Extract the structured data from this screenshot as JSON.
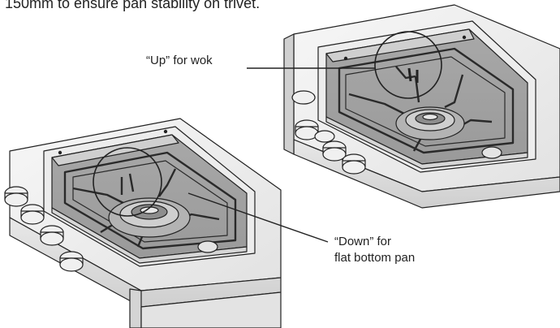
{
  "caption": "150mm to ensure pan stability on trivet.",
  "annotations": {
    "up": "“Up” for wok",
    "down_line1": "“Down” for",
    "down_line2": "flat bottom pan"
  },
  "colors": {
    "line": "#222222",
    "steel_light": "#f2f2f2",
    "steel_mid": "#d9d9d9",
    "steel_dark": "#bdbdbd",
    "recess": "#b8b8b8",
    "floor": "#9e9e9e"
  }
}
